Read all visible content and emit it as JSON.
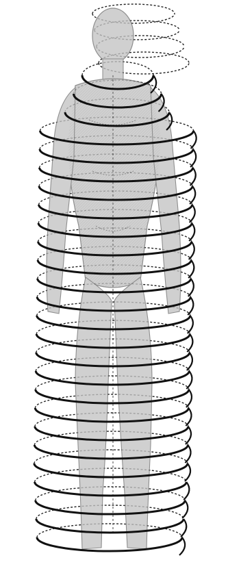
{
  "figure": {
    "subject": "human-figure-wrapped-in-stacked-coils",
    "colors": {
      "background": "#ffffff",
      "coil_solid": "#111111",
      "coil_dashed": "#222222",
      "figure_fill": "#bdbdbd",
      "figure_stroke": "#6e6e6e",
      "figure_texture": "#8a8a8a"
    },
    "coil_style": {
      "front": "solid",
      "back": "dashed"
    }
  }
}
